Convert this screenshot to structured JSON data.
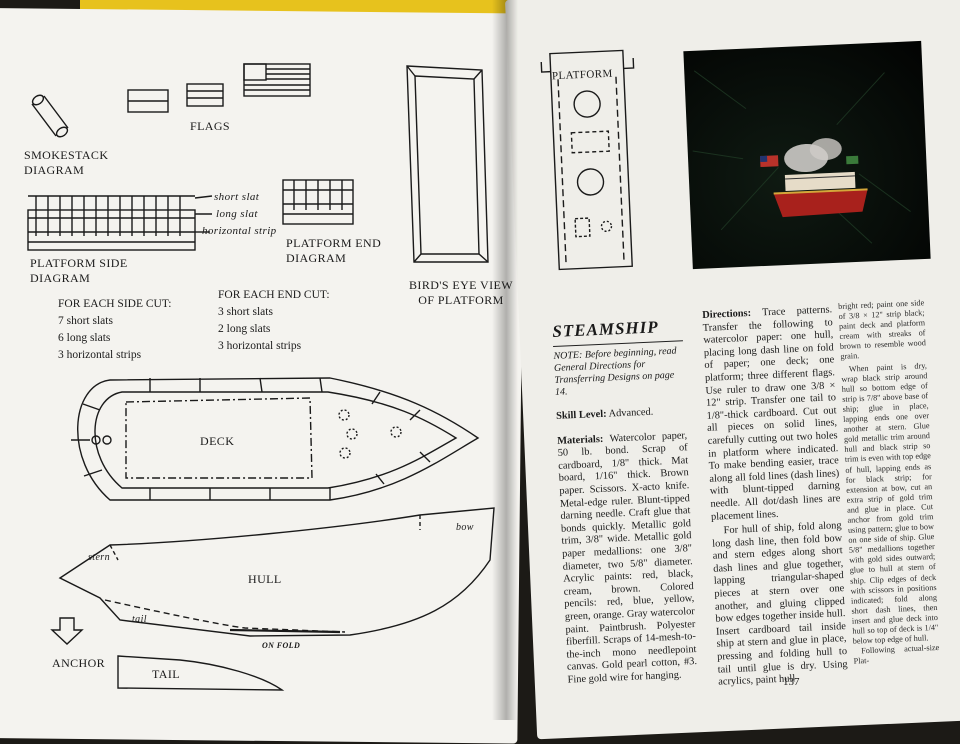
{
  "left_page": {
    "labels": {
      "smokestack": "SMOKESTACK DIAGRAM",
      "flags": "FLAGS",
      "short_slat": "short slat",
      "long_slat": "long slat",
      "horizontal_strip": "horizontal strip",
      "platform_side": "PLATFORM SIDE DIAGRAM",
      "platform_end": "PLATFORM END DIAGRAM",
      "birds_eye": "BIRD'S EYE VIEW OF PLATFORM",
      "deck": "DECK",
      "hull": "HULL",
      "stern": "stern",
      "bow": "bow",
      "tail_small": "tail",
      "on_fold": "ON FOLD",
      "anchor": "ANCHOR",
      "tail": "TAIL"
    },
    "side_cut": {
      "heading": "FOR EACH SIDE CUT:",
      "items": [
        "7 short slats",
        "6 long slats",
        "3 horizontal strips"
      ]
    },
    "end_cut": {
      "heading": "FOR EACH END CUT:",
      "items": [
        "3 short slats",
        "2 long slats",
        "3 horizontal strips"
      ]
    }
  },
  "right_page": {
    "platform_label": "PLATFORM",
    "title": "STEAMSHIP",
    "note": "NOTE: Before beginning, read General Directions for Transferring Designs on page 14.",
    "skill_label": "Skill Level:",
    "skill_value": "Advanced.",
    "materials_label": "Materials:",
    "materials_text": "Watercolor paper, 50 lb. bond. Scrap of cardboard, 1/8\" thick. Mat board, 1/16\" thick. Brown paper. Scissors. X-acto knife. Metal-edge ruler. Blunt-tipped darning needle. Craft glue that bonds quickly. Metallic gold trim, 3/8\" wide. Metallic gold paper medallions: one 3/8\" diameter, two 5/8\" diameter. Acrylic paints: red, black, cream, brown. Colored pencils: red, blue, yellow, green, orange. Gray watercolor paint. Paintbrush. Polyester fiberfill. Scraps of 14-mesh-to-the-inch mono needlepoint canvas. Gold pearl cotton, #3. Fine gold wire for hanging.",
    "directions_label": "Directions:",
    "directions_text": "Trace patterns. Transfer the following to watercolor paper: one hull, placing long dash line on fold of paper; one deck; one platform; three different flags. Use ruler to draw one 3/8 × 12\" strip. Transfer one tail to 1/8\"-thick cardboard. Cut out all pieces on solid lines, carefully cutting out two holes in platform where indicated. To make bending easier, trace along all fold lines (dash lines) with blunt-tipped darning needle. All dot/dash lines are placement lines.",
    "directions_text_2": "For hull of ship, fold along long dash line, then fold bow and stern edges along short dash lines and glue together, lapping triangular-shaped pieces at stern over one another, and gluing clipped bow edges together inside hull. Insert cardboard tail inside ship at stern and glue in place, pressing and folding hull to tail until glue is dry. Using acrylics, paint hull",
    "col3_text": "bright red; paint one side of 3/8 × 12\" strip black; paint deck and platform cream with streaks of brown to resemble wood grain.",
    "col3_text_2": "When paint is dry, wrap black strip around hull so bottom edge of strip is 7/8\" above base of ship; glue in place, lapping ends one over another at stern. Glue gold metallic trim around hull and black strip so trim is even with top edge of hull, lapping ends as for black strip; for extension at bow, cut an extra strip of gold trim and glue in place. Cut anchor from gold trim using pattern; glue to bow on one side of ship. Glue 5/8\" medallions together with gold sides outward; glue to hull at stern of ship. Clip edges of deck with scissors in positions indicated; fold along short dash lines, then insert and glue deck into hull so top of deck is 1/4\" below top edge of hull.",
    "col3_text_3": "Following actual-size Plat-",
    "page_number": "137"
  }
}
